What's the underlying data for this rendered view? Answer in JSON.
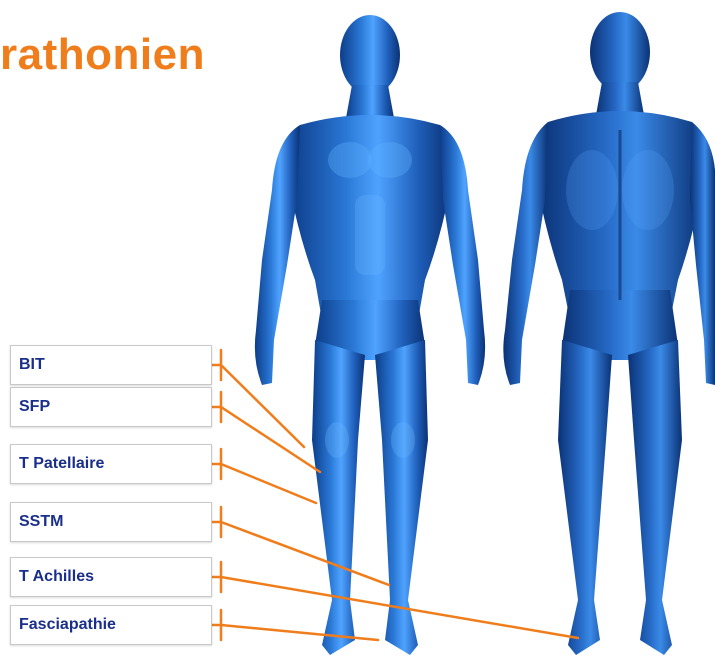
{
  "title": "rathonien",
  "colors": {
    "title": "#f07d1b",
    "label_text": "#1a2e8c",
    "connector": "#f07d1b",
    "body_dark": "#0d3d8a",
    "body_light": "#4fa3ff"
  },
  "figures": {
    "front_view": "human-figure-front",
    "back_view": "human-figure-back"
  },
  "labels": [
    {
      "id": "bit",
      "text": "BIT"
    },
    {
      "id": "sfp",
      "text": "SFP"
    },
    {
      "id": "t-patellaire",
      "text": "T Patellaire"
    },
    {
      "id": "sstm",
      "text": "SSTM"
    },
    {
      "id": "t-achilles",
      "text": "T Achilles"
    },
    {
      "id": "fasciapathie",
      "text": "Fasciapathie"
    }
  ]
}
